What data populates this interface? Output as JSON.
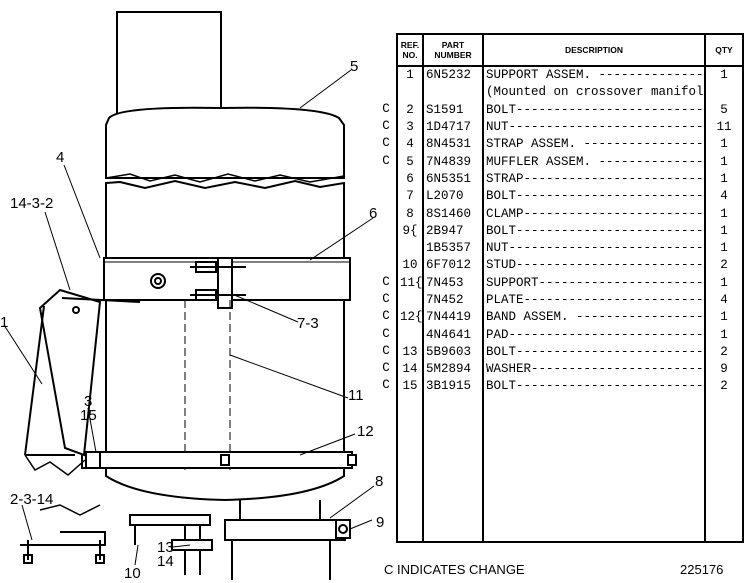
{
  "table": {
    "headers": {
      "ref": "REF. NO.",
      "part": "PART NUMBER",
      "description": "DESCRIPTION",
      "qty": "QTY"
    },
    "rows": [
      {
        "change": "",
        "ref": "1",
        "part": "6N5232",
        "description": "SUPPORT ASSEM. ---------------",
        "qty": "1"
      },
      {
        "change": "",
        "ref": "",
        "part": "",
        "description": "(Mounted on crossover manifold)",
        "qty": ""
      },
      {
        "change": "C",
        "ref": "2",
        "part": "S1591",
        "description": "BOLT--------------------------",
        "qty": "5"
      },
      {
        "change": "C",
        "ref": "3",
        "part": "1D4717",
        "description": "NUT---------------------------",
        "qty": "11"
      },
      {
        "change": "C",
        "ref": "4",
        "part": "8N4531",
        "description": "STRAP ASSEM. ----------------",
        "qty": "1"
      },
      {
        "change": "C",
        "ref": "5",
        "part": "7N4839",
        "description": "MUFFLER ASSEM. ---------------",
        "qty": "1"
      },
      {
        "change": "",
        "ref": "6",
        "part": "6N5351",
        "description": "STRAP-------------------------",
        "qty": "1"
      },
      {
        "change": "",
        "ref": "7",
        "part": "L2070",
        "description": "BOLT--------------------------",
        "qty": "4"
      },
      {
        "change": "",
        "ref": "8",
        "part": "8S1460",
        "description": "CLAMP-------------------------",
        "qty": "1"
      },
      {
        "change": "",
        "ref": "9{",
        "part": "2B947",
        "description": "BOLT--------------------------",
        "qty": "1"
      },
      {
        "change": "",
        "ref": "",
        "part": "1B5357",
        "description": "NUT---------------------------",
        "qty": "1"
      },
      {
        "change": "",
        "ref": "10",
        "part": "6F7012",
        "description": "STUD--------------------------",
        "qty": "2"
      },
      {
        "change": "C",
        "ref": "11{",
        "part": "7N453",
        "description": "SUPPORT-----------------------",
        "qty": "1"
      },
      {
        "change": "C",
        "ref": "",
        "part": "7N452",
        "description": "PLATE-------------------------",
        "qty": "4"
      },
      {
        "change": "C",
        "ref": "12{",
        "part": "7N4419",
        "description": "BAND ASSEM. ------------------",
        "qty": "1"
      },
      {
        "change": "C",
        "ref": "",
        "part": "4N4641",
        "description": "PAD---------------------------",
        "qty": "1"
      },
      {
        "change": "C",
        "ref": "13",
        "part": "5B9603",
        "description": "BOLT--------------------------",
        "qty": "2"
      },
      {
        "change": "C",
        "ref": "14",
        "part": "5M2894",
        "description": "WASHER------------------------",
        "qty": "9"
      },
      {
        "change": "C",
        "ref": "15",
        "part": "3B1915",
        "description": "BOLT--------------------------",
        "qty": "2"
      }
    ]
  },
  "footnote": "C  INDICATES CHANGE",
  "drawing_number": "225176",
  "callouts": {
    "c5": "5",
    "c4": "4",
    "c14_3_2": "14-3-2",
    "c6": "6",
    "c1": "1",
    "c7_3": "7-3",
    "c11": "11",
    "c3": "3",
    "c15": "15",
    "c12": "12",
    "c2_3_14": "2-3-14",
    "c8": "8",
    "c9": "9",
    "c13": "13",
    "c14": "14",
    "c10": "10"
  }
}
